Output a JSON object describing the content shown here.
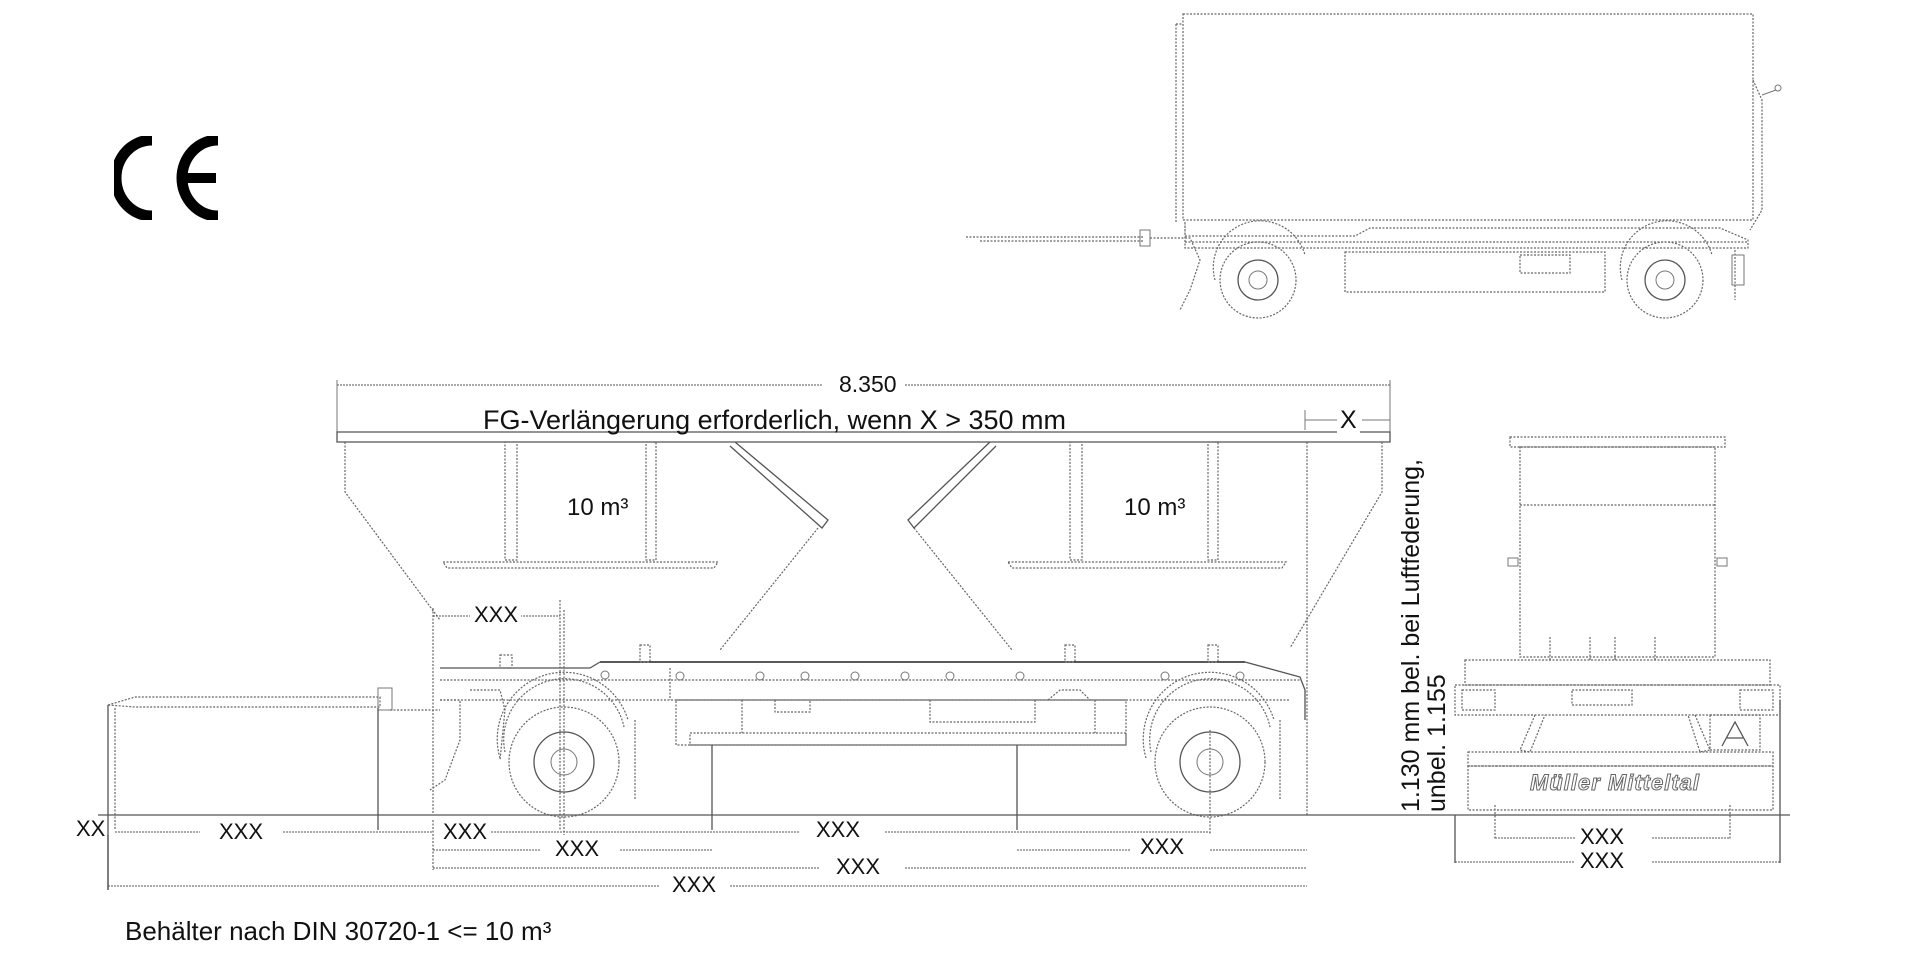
{
  "marks": {
    "ce_mark": "CE"
  },
  "side_view": {
    "overall_length_label": "8.350",
    "extension_note": "FG-Verlängerung erforderlich, wenn X > 350 mm",
    "overhang_label": "X",
    "containers": [
      {
        "volume_label": "10 m³"
      },
      {
        "volume_label": "10 m³"
      }
    ],
    "front_dim_label": "XXX",
    "bottom_dimensions": {
      "drawbar_offset": "XX",
      "drawbar_length": "XXX",
      "front_to_axle1": "XXX",
      "axle1_to_body": "XXX",
      "wheelbase_span": "XXX",
      "rear_segment": "XXX",
      "chassis_length": "XXX",
      "overall_length": "XXX"
    }
  },
  "height_note": {
    "line1": "1.130 mm bel. bei Luftfederung,",
    "line2": "unbel. 1.155"
  },
  "rear_view": {
    "logo_text": "Müller Mitteltal",
    "track_width": "XXX",
    "overall_width": "XXX"
  },
  "footer": {
    "container_note": "Behälter nach DIN 30720-1 <= 10 m³"
  }
}
